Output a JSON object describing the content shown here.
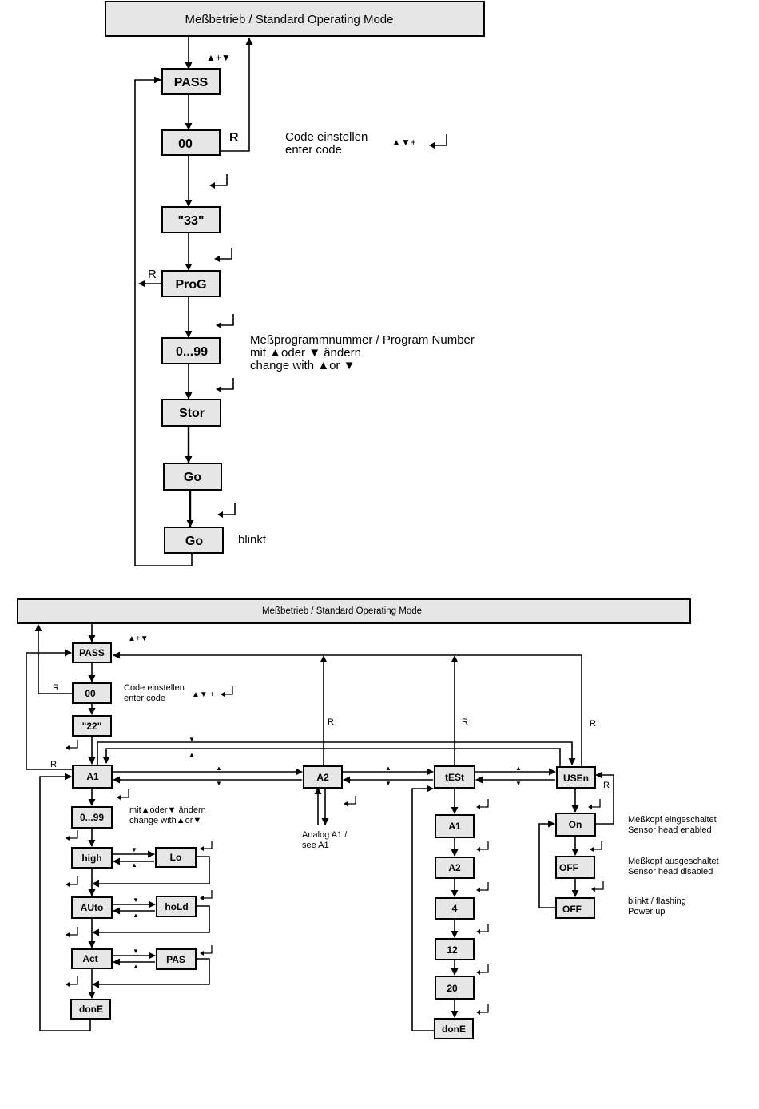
{
  "top": {
    "header": "Meßbetrieb / Standard Operating Mode",
    "keys_hint": "▲+▼",
    "pass": "PASS",
    "code": "00",
    "r_label": "R",
    "code_note_1": "Code einstellen",
    "code_note_2": "enter code",
    "code_keys": "▲▼+",
    "code33": "\"33\"",
    "prog": "ProG",
    "r_label_prog": "R",
    "range": "0...99",
    "prog_note_1": "Meßprogrammnummer / Program Number",
    "prog_note_2": "mit ▲oder ▼ ändern",
    "prog_note_3": "change with ▲or ▼",
    "stor": "Stor",
    "go": "Go",
    "go_blink": "Go",
    "blink_note": "blinkt"
  },
  "bottom": {
    "header": "Meßbetrieb / Standard Operating Mode",
    "keys_hint": "▲+▼",
    "pass": "PASS",
    "code": "00",
    "r_code": "R",
    "code_note_1": "Code einstellen",
    "code_note_2": "enter code",
    "code_keys": "▲▼ +",
    "code22": "\"22\"",
    "r_a1": "R",
    "r_a2": "R",
    "r_test": "R",
    "r_usen": "R",
    "r_usen_loop": "R",
    "a1": "A1",
    "a2": "A2",
    "test": "tESt",
    "usen": "USEn",
    "a1_range": "0...99",
    "a1_note_1": "mit▲oder▼ ändern",
    "a1_note_2": "change with▲or▼",
    "high": "high",
    "lo": "Lo",
    "auto": "AUto",
    "hold": "hoLd",
    "act": "Act",
    "pas": "PAS",
    "done_a1": "donE",
    "a2_note_1": "Analog A1 /",
    "a2_note_2": "see A1",
    "t_a1": "A1",
    "t_a2": "A2",
    "t_4": "4",
    "t_12": "12",
    "t_20": "20",
    "t_done": "donE",
    "on": "On",
    "off1": "OFF",
    "off2": "OFF",
    "on_note_1": "Meßkopf eingeschaltet",
    "on_note_2": "Sensor head enabled",
    "off_note_1": "Meßkopf ausgeschaltet",
    "off_note_2": "Sensor head disabled",
    "off2_note_1": "blinkt / flashing",
    "off2_note_2": "Power up",
    "up": "▲",
    "down": "▼"
  }
}
